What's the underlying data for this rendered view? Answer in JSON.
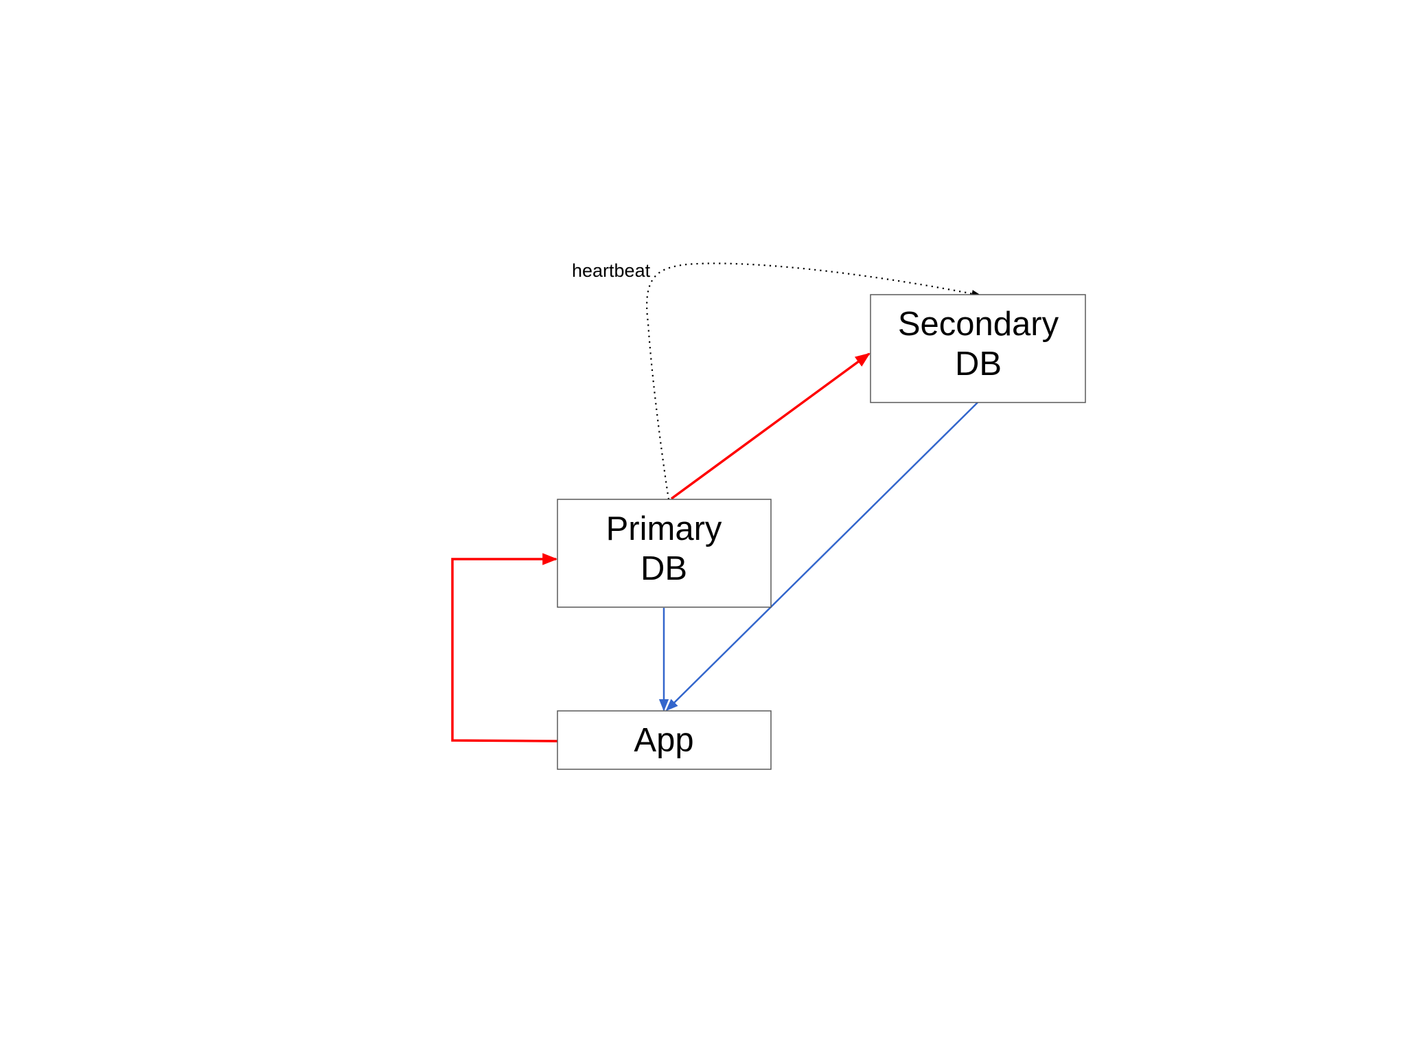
{
  "diagram": {
    "nodes": {
      "secondary": {
        "line1": "Secondary",
        "line2": "DB"
      },
      "primary": {
        "line1": "Primary",
        "line2": "DB"
      },
      "app": {
        "label": "App"
      }
    },
    "edges": {
      "heartbeat": {
        "label": "heartbeat",
        "color": "#000000",
        "style": "dotted"
      },
      "replication": {
        "color": "#ff0000",
        "style": "solid"
      },
      "write": {
        "color": "#ff0000",
        "style": "solid"
      },
      "primary_read": {
        "color": "#3366cc",
        "style": "solid"
      },
      "secondary_read": {
        "color": "#3366cc",
        "style": "solid"
      }
    }
  }
}
